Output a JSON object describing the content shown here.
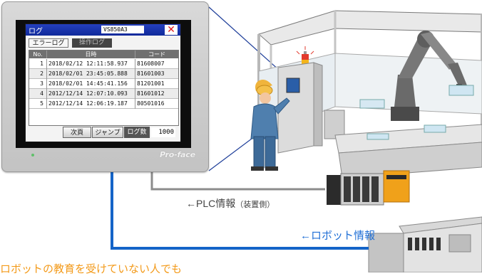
{
  "hmi": {
    "brand": "Pro-face",
    "window": {
      "title": "ログ",
      "model": "VS850A3",
      "close_symbol": "✕",
      "tabs": [
        "エラーログ",
        "操作ログ"
      ],
      "columns": [
        "No.",
        "日時",
        "コード"
      ],
      "rows": [
        {
          "no": "1",
          "datetime": "2018/02/12 12:11:58.937",
          "code": "81608007"
        },
        {
          "no": "2",
          "datetime": "2018/02/01 23:45:05.888",
          "code": "81601003"
        },
        {
          "no": "3",
          "datetime": "2018/02/01 14:45:41.156",
          "code": "81201001"
        },
        {
          "no": "4",
          "datetime": "2012/12/14 12:07:10.093",
          "code": "81601012"
        },
        {
          "no": "5",
          "datetime": "2012/12/14 12:06:19.187",
          "code": "80501016"
        }
      ],
      "buttons": {
        "next": "次頁",
        "jump": "ジャンプ"
      },
      "log_count_label": "ログ数",
      "log_count_value": "1000"
    }
  },
  "labels": {
    "plc_info": "←PLC情報",
    "plc_side": "（装置側）",
    "robot_info": "←ロボット情報",
    "bottom_caption": "ロボットの教育を受けていない人でも"
  },
  "colors": {
    "robot_line": "#1464c8",
    "plc_line": "#8c8c8c",
    "callout_line": "#1f3f9a",
    "caption_orange": "#f39a1a",
    "titlebar_blue": "#1a34b0",
    "plc_accent": "#f0a11a"
  }
}
